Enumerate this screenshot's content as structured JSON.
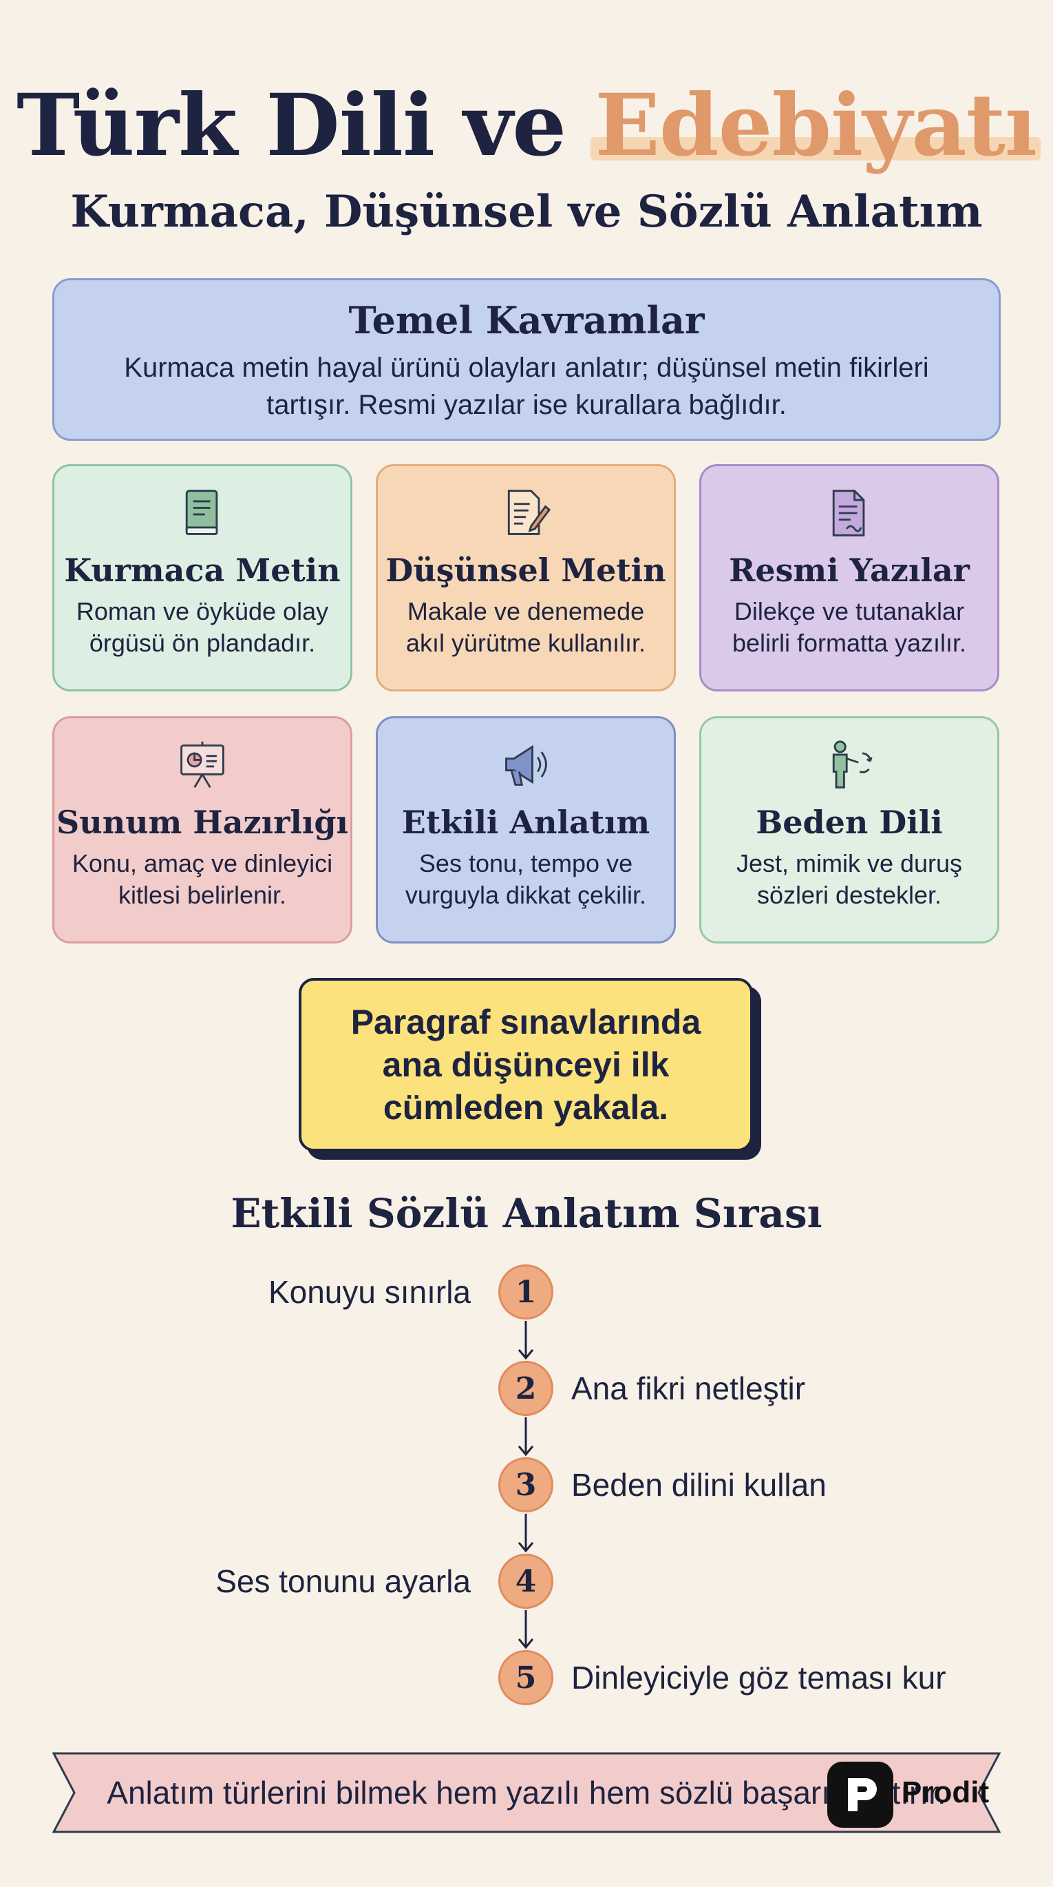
{
  "header": {
    "title_main": "Türk Dili ve",
    "title_accent": "Edebiyatı",
    "subtitle": "Kurmaca, Düşünsel ve Sözlü Anlatım"
  },
  "intro": {
    "title": "Temel Kavramlar",
    "text": "Kurmaca metin hayal ürünü olayları anlatır; düşünsel metin fikirleri tartışır. Resmi yazılar ise kurallara bağlıdır."
  },
  "cards": [
    {
      "title": "Kurmaca Metin",
      "text": "Roman ve öyküde olay örgüsü ön plandadır.",
      "icon": "book-icon",
      "color": "#dcefe2"
    },
    {
      "title": "Düşünsel Metin",
      "text": "Makale ve denemede akıl yürütme kullanılır.",
      "icon": "document-pen-icon",
      "color": "#f8d7b6"
    },
    {
      "title": "Resmi Yazılar",
      "text": "Dilekçe ve tutanaklar belirli formatta yazılır.",
      "icon": "official-document-icon",
      "color": "#dbc9ea"
    },
    {
      "title": "Sunum Hazırlığı",
      "text": "Konu, amaç ve dinleyici kitlesi belirlenir.",
      "icon": "presentation-board-icon",
      "color": "#f2cccb"
    },
    {
      "title": "Etkili Anlatım",
      "text": "Ses tonu, tempo ve vurguyla dikkat çekilir.",
      "icon": "megaphone-icon",
      "color": "#c4d2f0"
    },
    {
      "title": "Beden Dili",
      "text": "Jest, mimik ve duruş sözleri destekler.",
      "icon": "gesturing-person-icon",
      "color": "#e2f0e4"
    }
  ],
  "tip": {
    "line1": "Paragraf sınavlarında",
    "line2": "ana düşünceyi ilk",
    "line3": "cümleden yakala."
  },
  "steps": {
    "title": "Etkili Sözlü Anlatım Sırası",
    "items": [
      {
        "num": "1",
        "label": "Konuyu sınırla"
      },
      {
        "num": "2",
        "label": "Ana fikri netleştir"
      },
      {
        "num": "3",
        "label": "Beden dilini kullan"
      },
      {
        "num": "4",
        "label": "Ses tonunu ayarla"
      },
      {
        "num": "5",
        "label": "Dinleyiciyle göz teması kur"
      }
    ]
  },
  "footer": {
    "banner_text": "Anlatım türlerini bilmek hem yazılı hem sözlü başarıyı artırır.",
    "logo_text": "Prodit"
  },
  "colors": {
    "background": "#f8f1e7",
    "ink": "#1d2340",
    "accent": "#e0996a",
    "tip": "#fbe27c",
    "step": "#eeab82",
    "banner": "#f2cccb"
  }
}
